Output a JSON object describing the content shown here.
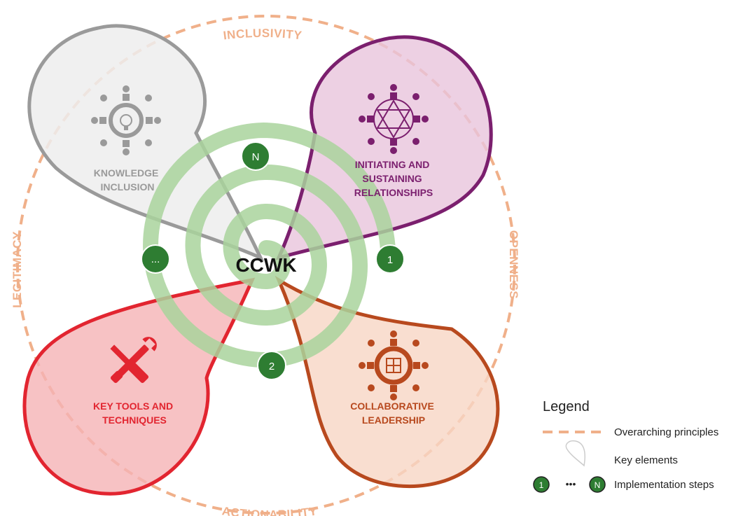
{
  "center": {
    "label": "CCWK"
  },
  "principles": {
    "top": "INCLUSIVITY",
    "left": "LEGITIMACY",
    "right": "OPENNESS",
    "bottom": "ACTIONABILITY"
  },
  "elements": {
    "knowledge_inclusion": {
      "line1": "KNOWLEDGE",
      "line2": "INCLUSION",
      "color": "#9a9a9a",
      "fill": "#ededed",
      "icon": "lightbulb-people-icon"
    },
    "relationships": {
      "line1": "INITIATING AND",
      "line2": "SUSTAINING",
      "line3": "RELATIONSHIPS",
      "color": "#7b1f6e",
      "fill": "#e8c4dc",
      "icon": "network-people-icon"
    },
    "tools": {
      "line1": "KEY TOOLS AND",
      "line2": "TECHNIQUES",
      "color": "#e22530",
      "fill": "#f5b3b5",
      "icon": "wrench-screwdriver-icon"
    },
    "leadership": {
      "line1": "COLLABORATIVE",
      "line2": "LEADERSHIP",
      "color": "#b8491e",
      "fill": "#f8d6c4",
      "icon": "puzzle-people-icon"
    }
  },
  "steps": {
    "n": "N",
    "dots": "...",
    "one": "1",
    "two": "2"
  },
  "legend": {
    "title": "Legend",
    "principles": "Overarching principles",
    "elements": "Key elements",
    "steps": "Implementation steps",
    "step_first": "1",
    "step_last": "N",
    "ellipsis": "•••"
  },
  "colors": {
    "principle": "#f0b08a",
    "spiral": "#a9d39c",
    "step": "#2e7d32"
  }
}
